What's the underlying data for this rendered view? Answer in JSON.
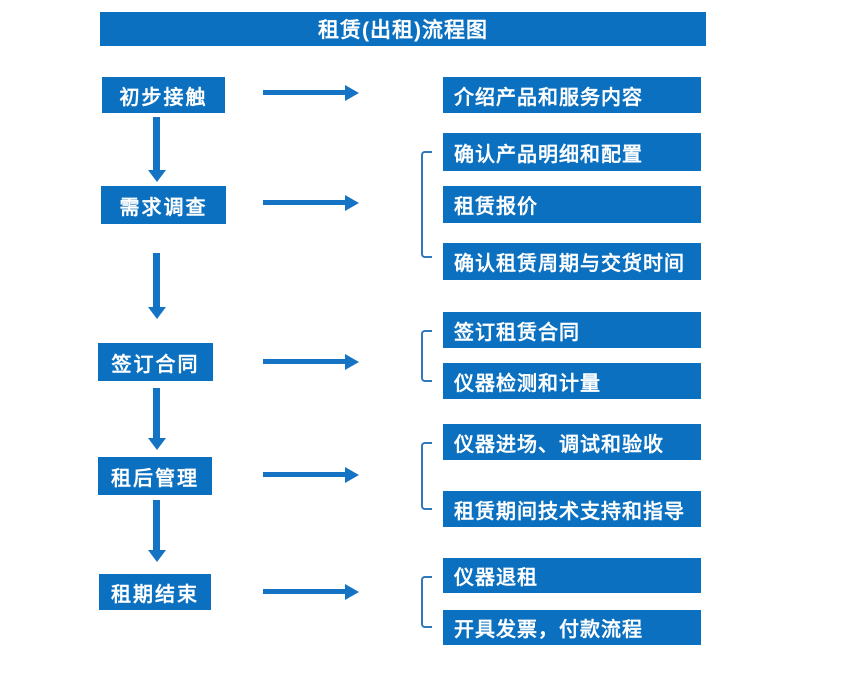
{
  "title": "租赁(出租)流程图",
  "colors": {
    "box_blue": "#0b70bf",
    "arrow_blue": "#1573c4",
    "bracket_blue": "#2e78bb",
    "text_white": "#ffffff",
    "background": "#ffffff"
  },
  "flow": [
    {
      "step": "初步接触",
      "details": [
        "介绍产品和服务内容"
      ]
    },
    {
      "step": "需求调查",
      "details": [
        "确认产品明细和配置",
        "租赁报价",
        "确认租赁周期与交货时间"
      ]
    },
    {
      "step": "签订合同",
      "details": [
        "签订租赁合同",
        "仪器检测和计量"
      ]
    },
    {
      "step": "租后管理",
      "details": [
        "仪器进场、调试和验收",
        "租赁期间技术支持和指导"
      ]
    },
    {
      "step": "租期结束",
      "details": [
        "仪器退租",
        "开具发票，付款流程"
      ]
    }
  ]
}
